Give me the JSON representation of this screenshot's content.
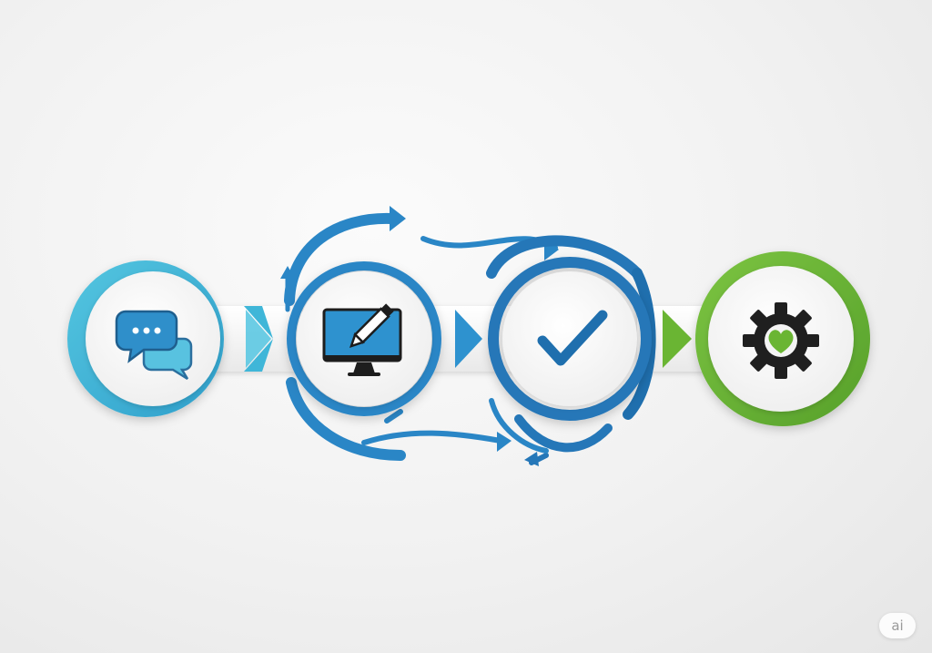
{
  "diagram": {
    "steps": [
      {
        "id": "communicate",
        "icon": "chat-bubbles-icon",
        "ring_color": "#3bb3d6"
      },
      {
        "id": "design",
        "icon": "monitor-pencil-icon",
        "ring_color": "#2a86c6"
      },
      {
        "id": "verify",
        "icon": "checkmark-icon",
        "ring_color": "#2577b8"
      },
      {
        "id": "maintain",
        "icon": "gear-heart-icon",
        "ring_color": "#6ab533"
      }
    ],
    "colors": {
      "cyan": "#3bb3d6",
      "blue": "#2a86c6",
      "dark_blue": "#1f6fae",
      "green": "#6ab533",
      "icon_dark": "#222222",
      "icon_cyan": "#4fb7dc"
    }
  },
  "watermark": {
    "text": "ai"
  }
}
